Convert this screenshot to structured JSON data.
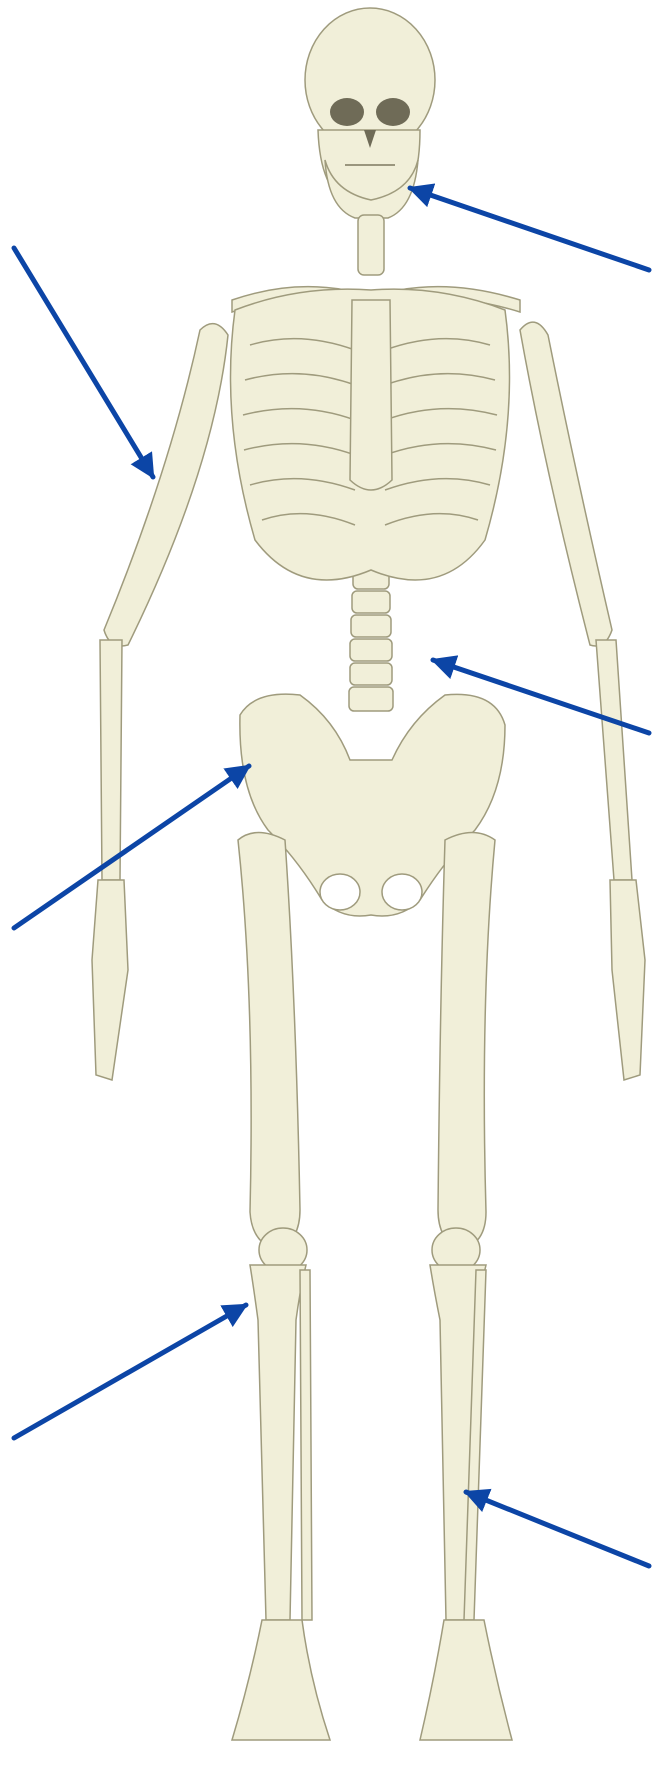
{
  "diagram": {
    "kind": "skeleton-front-view",
    "colors": {
      "bone": "#f1efd9",
      "bone_shade": "#c9c5a4",
      "bone_outline": "#9f9b7d",
      "arrow": "#0c45a6",
      "background": "#ffffff"
    },
    "arrows": [
      {
        "points_to": "mandible"
      },
      {
        "points_to": "humerus"
      },
      {
        "points_to": "vertebral-column"
      },
      {
        "points_to": "pelvis"
      },
      {
        "points_to": "tibia"
      },
      {
        "points_to": "fibula"
      }
    ]
  }
}
